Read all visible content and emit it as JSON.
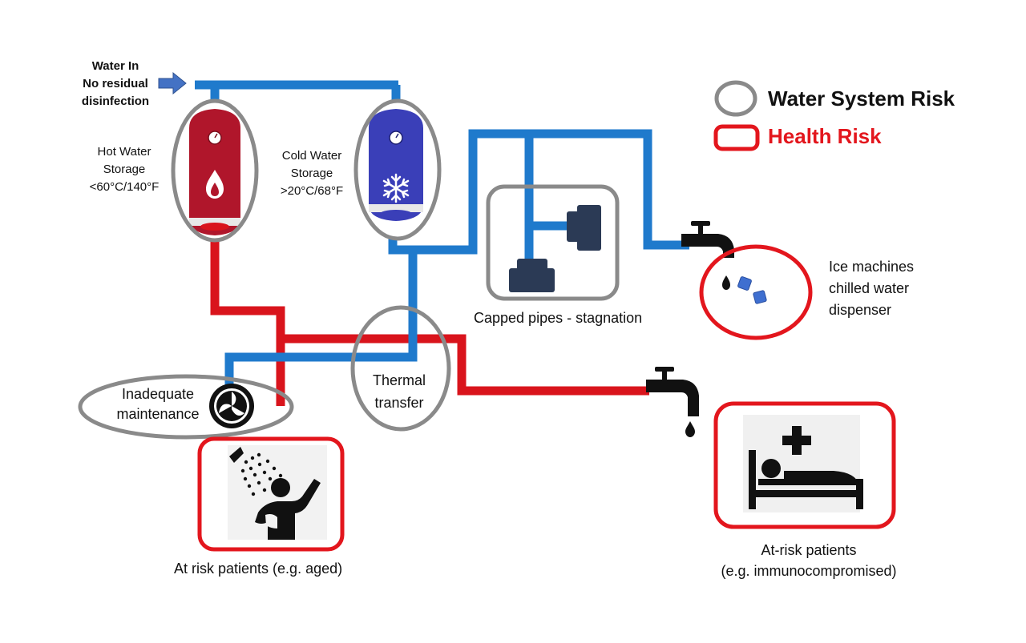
{
  "water_in": {
    "line1": "Water In",
    "line2": "No residual",
    "line3": "disinfection"
  },
  "hot_storage": {
    "line1": "Hot Water",
    "line2": "Storage",
    "line3": "<60°C/140°F"
  },
  "cold_storage": {
    "line1": "Cold Water",
    "line2": "Storage",
    "line3": ">20°C/68°F"
  },
  "capped_pipes": "Capped pipes - stagnation",
  "ice_machines": {
    "line1": "Ice machines",
    "line2": "chilled water",
    "line3": "dispenser"
  },
  "thermal_transfer": {
    "line1": "Thermal",
    "line2": "transfer"
  },
  "inadequate_maintenance": {
    "line1": "Inadequate",
    "line2": "maintenance"
  },
  "at_risk_aged": "At risk patients (e.g. aged)",
  "at_risk_immuno": {
    "line1": "At-risk patients",
    "line2": "(e.g. immunocompromised)"
  },
  "legend": {
    "water_system_risk": "Water System Risk",
    "health_risk": "Health Risk"
  },
  "colors": {
    "cold_pipe": "#1f7acc",
    "hot_pipe": "#d9141c",
    "risk_gray": "#8a8a8a",
    "health_red": "#e3161d",
    "hot_tank": "#b0162b",
    "cold_tank": "#3a3fb8",
    "icon_dark": "#2b3a55"
  }
}
